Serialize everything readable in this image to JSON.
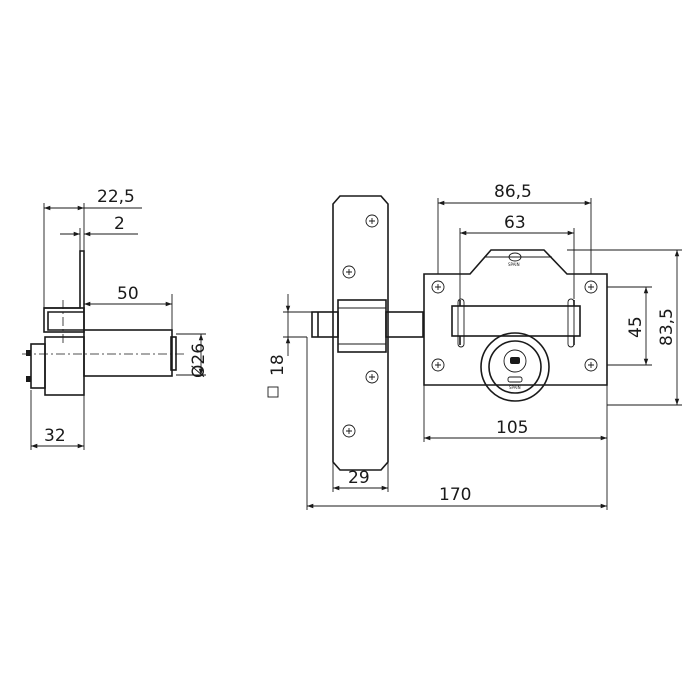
{
  "drawing": {
    "side_view": {
      "dims": {
        "d_22_5": "22,5",
        "d_2": "2",
        "d_50": "50",
        "d_26": "Ø26",
        "d_32": "32"
      }
    },
    "front_view": {
      "dims": {
        "d_86_5": "86,5",
        "d_63": "63",
        "d_45": "45",
        "d_83_5": "83,5",
        "d_18": "18",
        "d_105": "105",
        "d_29": "29",
        "d_170": "170"
      },
      "body_mark": "SPAIN",
      "cylinder_mark": "SPAIN"
    }
  }
}
